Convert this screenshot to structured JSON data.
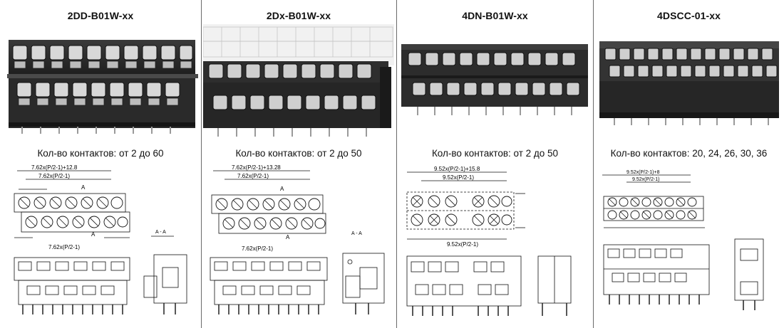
{
  "panels": [
    {
      "title": "2DD-B01W-xx",
      "contacts": "Кол-во контактов: от 2 до 60",
      "dims": {
        "top1": "7.62x(P/2-1)+12.8",
        "top2": "7.62x(P/2-1)",
        "markA": "A",
        "mid": "7.62x(P/2-1)",
        "section": "A - A"
      }
    },
    {
      "title": "2Dx-B01W-xx",
      "contacts": "Кол-во контактов: от 2 до 50",
      "dims": {
        "top1": "7.62x(P/2-1)+13.28",
        "top2": "7.62x(P/2-1)",
        "markA": "A",
        "mid": "7.62x(P/2-1)",
        "section": "A - A"
      }
    },
    {
      "title": "4DN-B01W-xx",
      "contacts": "Кол-во контактов: от 2 до 50",
      "dims": {
        "top1": "9.52x(P/2-1)+15.8",
        "top2": "9.52x(P/2-1)",
        "mid": "9.52x(P/2-1)"
      }
    },
    {
      "title": "4DSCC-01-xx",
      "contacts": "Кол-во контактов: 20, 24, 26, 30, 36",
      "dims": {
        "top1": "9.52x(P/2-1)+8",
        "top2": "9.52x(P/2-1)"
      }
    }
  ]
}
